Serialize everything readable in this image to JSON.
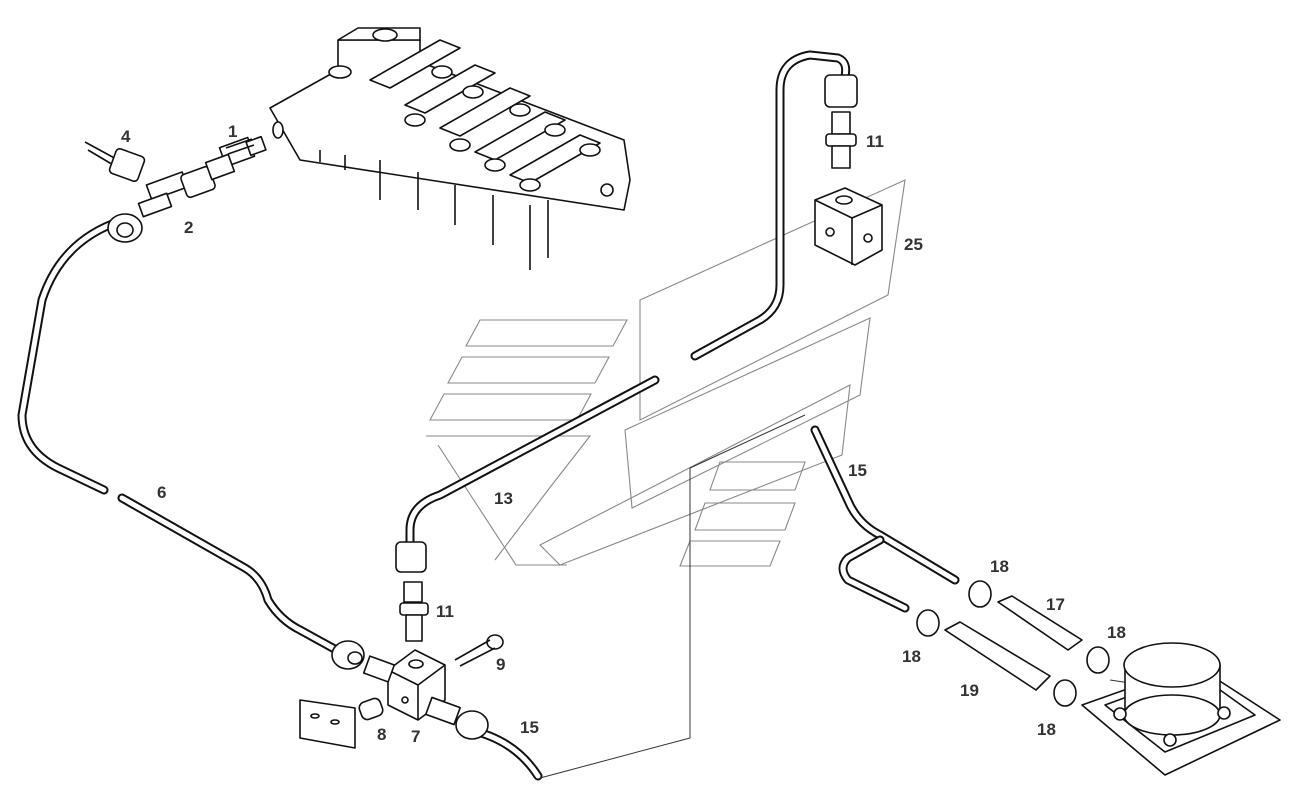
{
  "diagram": {
    "labels": [
      {
        "id": "part-1",
        "text": "1"
      },
      {
        "id": "part-2",
        "text": "2"
      },
      {
        "id": "part-4",
        "text": "4"
      },
      {
        "id": "part-6",
        "text": "6"
      },
      {
        "id": "part-7",
        "text": "7"
      },
      {
        "id": "part-8",
        "text": "8"
      },
      {
        "id": "part-9",
        "text": "9"
      },
      {
        "id": "part-11-top",
        "text": "11"
      },
      {
        "id": "part-11-bottom",
        "text": "11"
      },
      {
        "id": "part-13",
        "text": "13"
      },
      {
        "id": "part-15-upper",
        "text": "15"
      },
      {
        "id": "part-15-lower",
        "text": "15"
      },
      {
        "id": "part-17",
        "text": "17"
      },
      {
        "id": "part-18-a",
        "text": "18"
      },
      {
        "id": "part-18-b",
        "text": "18"
      },
      {
        "id": "part-18-c",
        "text": "18"
      },
      {
        "id": "part-18-d",
        "text": "18"
      },
      {
        "id": "part-19",
        "text": "19"
      },
      {
        "id": "part-25",
        "text": "25"
      }
    ]
  }
}
